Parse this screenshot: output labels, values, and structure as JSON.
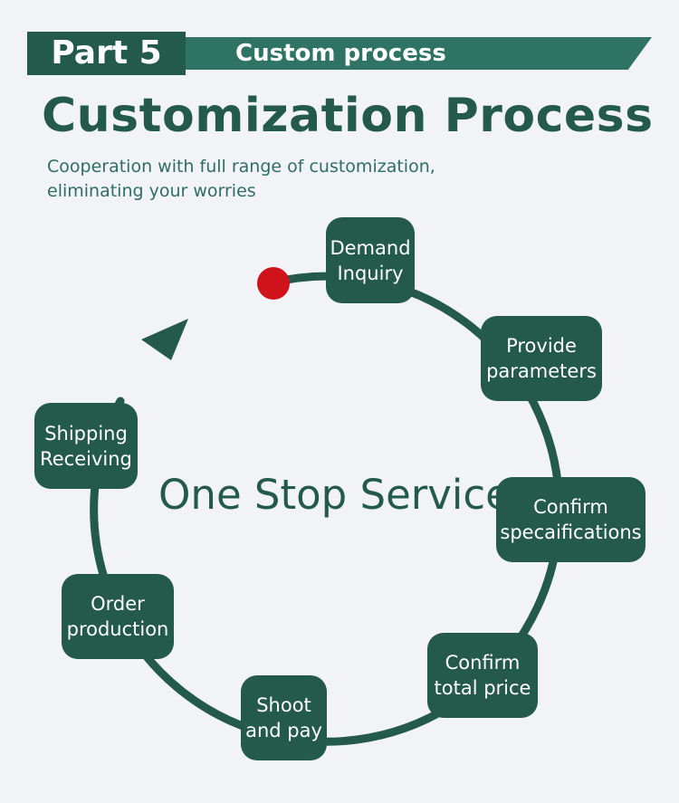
{
  "banner": {
    "part_label": "Part 5",
    "subtitle": "Custom process"
  },
  "title": "Customization Process",
  "subtitle_lines": [
    "Cooperation with full range of customization,",
    "eliminating your worries"
  ],
  "center_text": "One Stop Service",
  "steps": [
    {
      "line1": "Demand",
      "line2": "Inquiry"
    },
    {
      "line1": "Provide",
      "line2": "parameters"
    },
    {
      "line1": "Confirm",
      "line2": "specaifications"
    },
    {
      "line1": "Confirm",
      "line2": "total price"
    },
    {
      "line1": "Shoot",
      "line2": "and pay"
    },
    {
      "line1": "Order",
      "line2": "production"
    },
    {
      "line1": "Shipping",
      "line2": "Receiving"
    }
  ],
  "colors": {
    "primary": "#245a4c",
    "accent_strip": "#2e7363",
    "start_dot": "#d0121b",
    "background": "#f1f3f7"
  }
}
